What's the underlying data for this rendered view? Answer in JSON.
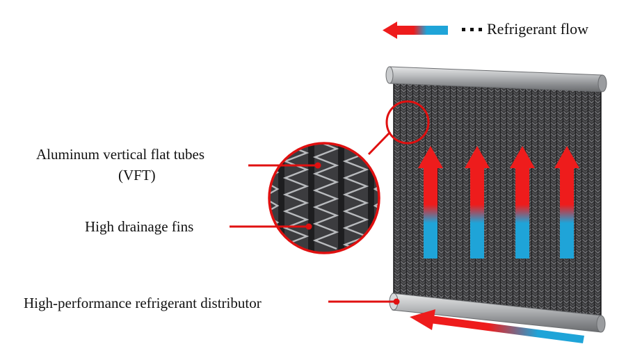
{
  "legend": {
    "label": "Refrigerant flow",
    "hot_color": "#ee1c1c",
    "cold_color": "#1fa4d8"
  },
  "labels": {
    "tubes_line1": "Aluminum vertical flat tubes",
    "tubes_line2": "(VFT)",
    "fins": "High drainage fins",
    "distributor": "High-performance refrigerant distributor"
  },
  "colors": {
    "callout": "#e01010",
    "core": "#3b3b3d",
    "header": "#a7a9ac"
  },
  "components": [
    "top-header-pipe",
    "heat-exchanger-core",
    "bottom-distributor-pipe",
    "magnified-detail",
    "flow-arrows"
  ]
}
